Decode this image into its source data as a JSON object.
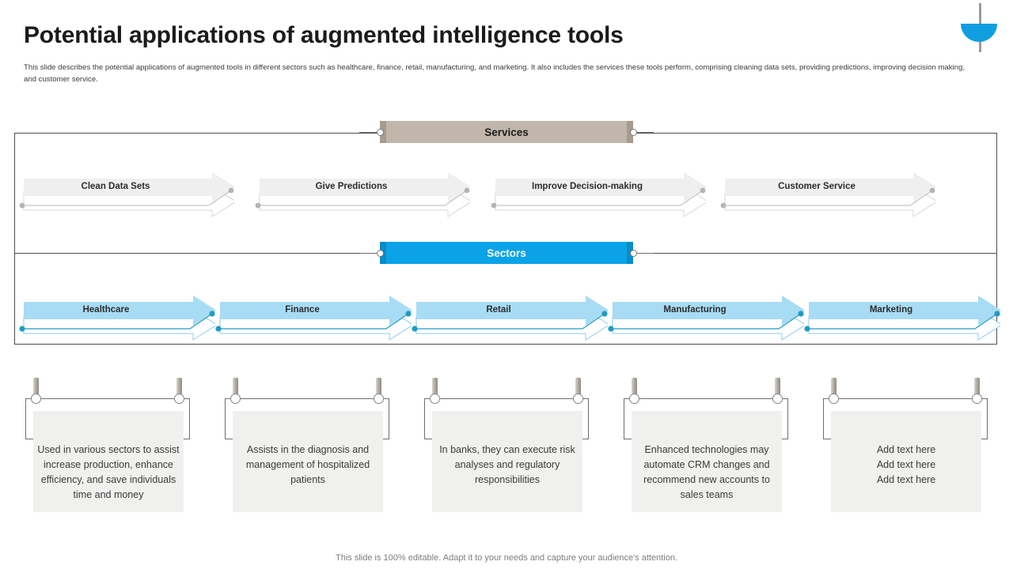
{
  "header": {
    "title": "Potential applications of augmented intelligence tools",
    "subtitle": "This slide describes the potential applications of augmented tools in different sectors such as healthcare, finance, retail, manufacturing, and marketing. It also includes the services these tools perform, comprising cleaning data sets, providing predictions, improving decision making, and customer service.",
    "logo_icon": "half-circle-bowl-logo"
  },
  "colors": {
    "services_banner": "#c0b6ab",
    "sectors_banner": "#0ba3e8",
    "service_arrow_fill": "#efefef",
    "sector_arrow_fill": "#a8dcf5",
    "sector_line": "#1f9bc4",
    "card_panel": "#f0f0ee",
    "frame_border": "#4d4d4d"
  },
  "services": {
    "banner_label": "Services",
    "items": [
      {
        "label": "Clean Data Sets"
      },
      {
        "label": "Give Predictions"
      },
      {
        "label": "Improve Decision-making"
      },
      {
        "label": "Customer  Service"
      }
    ]
  },
  "sectors": {
    "banner_label": "Sectors",
    "items": [
      {
        "label": "Healthcare"
      },
      {
        "label": "Finance"
      },
      {
        "label": "Retail"
      },
      {
        "label": "Manufacturing"
      },
      {
        "label": "Marketing"
      }
    ]
  },
  "cards": [
    {
      "text": "Used in various sectors to assist increase production, enhance efficiency, and save individuals time and money"
    },
    {
      "text": "Assists in the diagnosis and management of hospitalized patients"
    },
    {
      "text": "In banks, they can execute risk analyses and regulatory responsibilities"
    },
    {
      "text": "Enhanced technologies may automate CRM changes and recommend new accounts to sales teams"
    },
    {
      "text": "Add text here\nAdd text here\nAdd text here"
    }
  ],
  "footer": {
    "note": "This slide is 100% editable. Adapt it to your needs and capture your audience's attention."
  }
}
